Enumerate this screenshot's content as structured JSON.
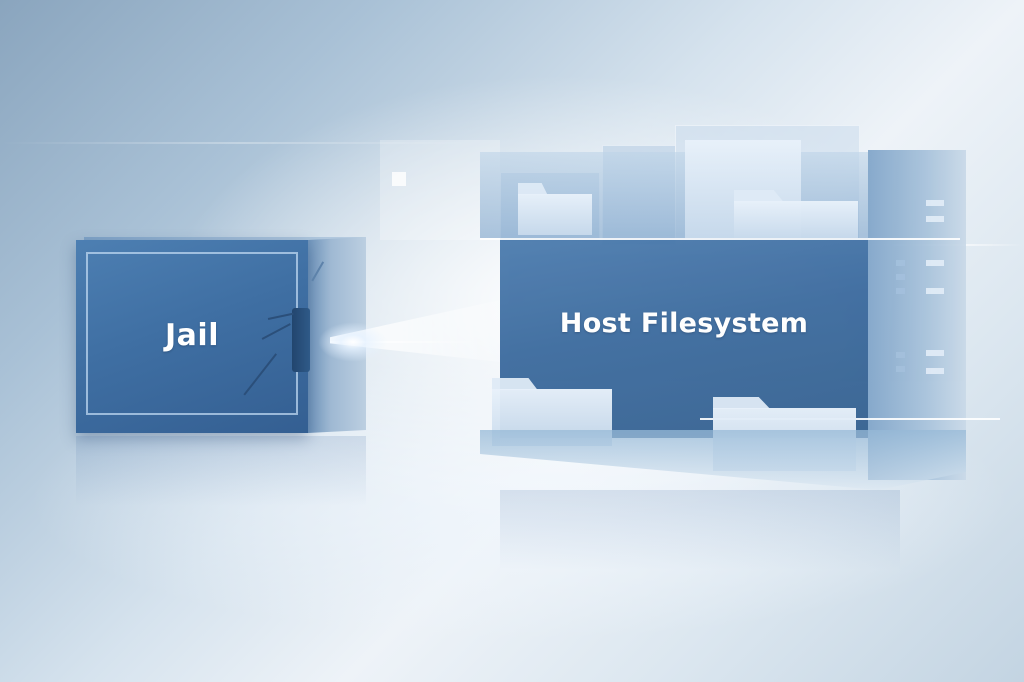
{
  "scene": {
    "title": "Jail escape to host filesystem illustration",
    "background_colors": [
      "#8aa5be",
      "#d6e3ee",
      "#eef3f8",
      "#c3d4e2"
    ]
  },
  "jail": {
    "label": "Jail",
    "color": "#3f6fa3",
    "icon": "cracked-box-icon"
  },
  "beam": {
    "icon": "light-beam-icon",
    "color": "#ffffff"
  },
  "host": {
    "label": "Host Filesystem",
    "color": "#3b6a9e",
    "icons": [
      "folder-icon",
      "folder-icon",
      "folder-icon",
      "folder-icon",
      "server-rack-icon"
    ]
  }
}
